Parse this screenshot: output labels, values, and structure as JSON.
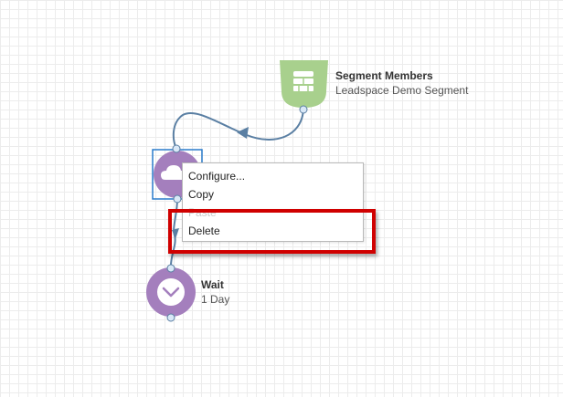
{
  "nodes": {
    "segment": {
      "title": "Segment Members",
      "subtitle": "Leadspace Demo Segment",
      "icon": "server-icon",
      "color": "#a8d08d"
    },
    "wait": {
      "title": "Wait",
      "subtitle": "1 Day",
      "icon": "clock-icon",
      "color": "#a47fbd"
    },
    "cloud_action": {
      "icon": "cloud-icon",
      "color": "#a47fbd",
      "selection_color": "#2a7ccb"
    }
  },
  "context_menu": {
    "items": [
      {
        "label": "Configure...",
        "enabled": true
      },
      {
        "label": "Copy",
        "enabled": true
      },
      {
        "label": "Paste",
        "enabled": false
      },
      {
        "label": "Delete",
        "enabled": true
      }
    ]
  },
  "colors": {
    "connector": "#5a7fa3",
    "port_fill": "#d9e8f7",
    "port_stroke": "#5a7fa3",
    "highlight": "#d00000"
  }
}
